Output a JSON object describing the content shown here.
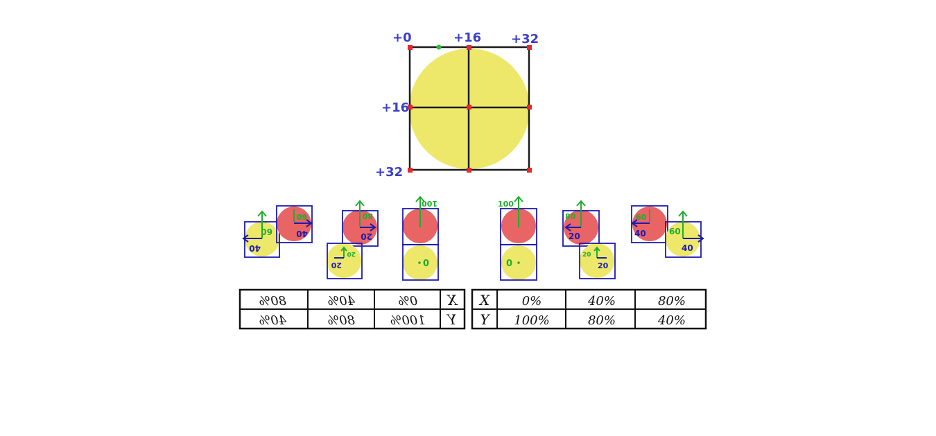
{
  "colors": {
    "yellow": "#eee86a",
    "red": "#e96465",
    "grid": "#1a1a1a",
    "dot_red": "#e8282a",
    "dot_green": "#2bbb3a",
    "label_blue": "#3a3fc8",
    "box_blue": "#1b1bb0",
    "arrow_green": "#1fae2e"
  },
  "main_diagram": {
    "top_labels": [
      "+0",
      "+16",
      "+32"
    ],
    "left_labels": [
      "+16",
      "+32"
    ]
  },
  "mini_diagrams": {
    "left": {
      "pair1": {
        "num_green": "60",
        "num_blue": "40",
        "num_green2": "60",
        "num_blue2": "40"
      },
      "pair2": {
        "num_green": "80",
        "num_blue": "20",
        "num_green2": "20",
        "num_blue2": "20"
      },
      "pair3": {
        "num_green": "100",
        "num_blue": "0"
      }
    },
    "right": {
      "pair1": {
        "num_green": "100",
        "num_blue": "0"
      },
      "pair2": {
        "num_green": "80",
        "num_blue": "20",
        "num_green2": "20",
        "num_blue2": "20"
      },
      "pair3": {
        "num_green": "60",
        "num_blue": "40",
        "num_green2": "60",
        "num_blue2": "40"
      }
    }
  },
  "tables": {
    "left": {
      "row_x": [
        "80%",
        "40%",
        "0%",
        "X"
      ],
      "row_y": [
        "40%",
        "80%",
        "100%",
        "Y"
      ]
    },
    "right": {
      "row_x": [
        "X",
        "0%",
        "40%",
        "80%"
      ],
      "row_y": [
        "Y",
        "100%",
        "80%",
        "40%"
      ]
    }
  }
}
